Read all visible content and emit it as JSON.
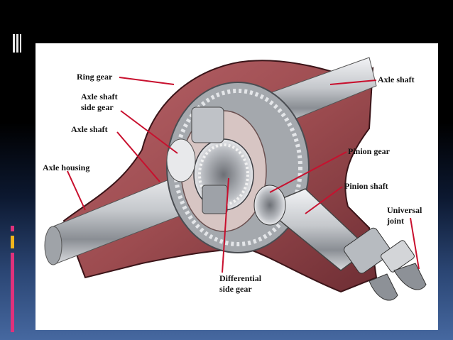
{
  "colors": {
    "background_top": "#000000",
    "background_bottom": "#4668a0",
    "accent_pink": "#e0317b",
    "accent_yellow": "#f0b51c",
    "panel": "#ffffff",
    "housing_red": "#9d4c50",
    "metal": "#c9ccd0",
    "leader_line": "#c8102e",
    "label_text": "#141414"
  },
  "diagram": {
    "labels": {
      "ring_gear": "Ring gear",
      "axle_shaft_side_gear": "Axle shaft\nside gear",
      "axle_shaft_left": "Axle shaft",
      "axle_housing": "Axle housing",
      "axle_shaft_right": "Axle shaft",
      "pinion_gear": "Pinion gear",
      "pinion_shaft": "Pinion shaft",
      "universal_joint": "Universal\njoint",
      "differential_side_gear": "Differential\nside gear"
    }
  }
}
